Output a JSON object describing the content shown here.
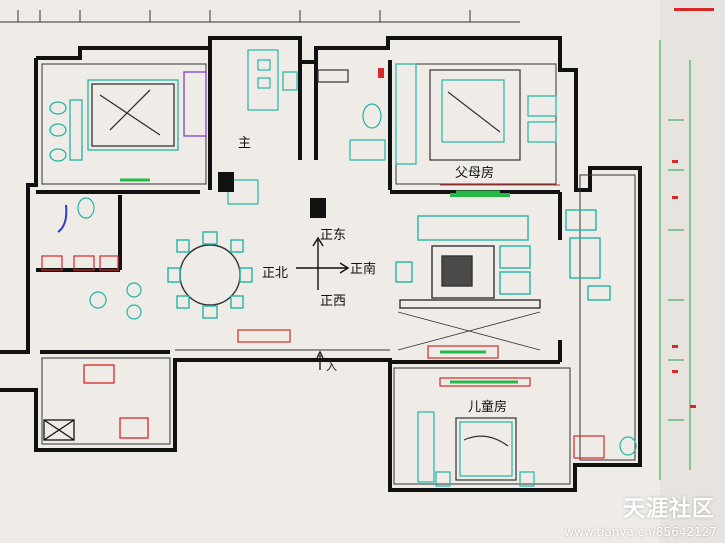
{
  "plan": {
    "rooms": {
      "master": "主",
      "parents": "父母房",
      "kids": "儿童房"
    },
    "directions": {
      "east": "正东",
      "south": "正南",
      "west": "正西",
      "north": "正北"
    },
    "entry": "入"
  },
  "watermark": {
    "brand": "天涯社区",
    "url": "www.tianya.cn/85642127"
  },
  "colors": {
    "wall": "#111111",
    "furniture_teal": "#1fb5a6",
    "accent_red": "#d62828",
    "accent_green": "#27b84a",
    "accent_blue": "#2a3fc4",
    "accent_purple": "#7a45c8",
    "paper": "#efece8"
  }
}
